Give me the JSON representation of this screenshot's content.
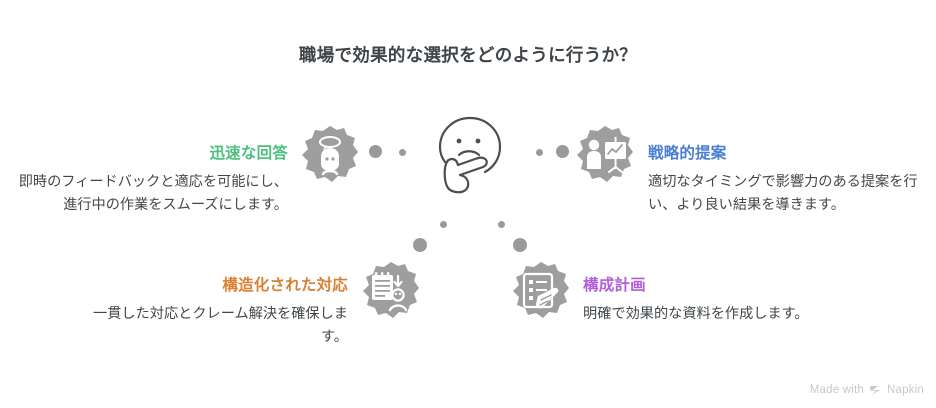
{
  "title": "職場で効果的な選択をどのように行うか？",
  "center_icon": {
    "name": "thinking-face-icon"
  },
  "branches": [
    {
      "id": "quick-response",
      "heading": "迅速な回答",
      "body": "即時のフィードバックと適応を可能にし、進行中の作業をスムーズにします。",
      "color": "#4BC07E",
      "icon": "person-speech-bubble-icon"
    },
    {
      "id": "strategic-proposal",
      "heading": "戦略的提案",
      "body": "適切なタイミングで影響力のある提案を行い、より良い結果を導きます。",
      "color": "#4A7FD4",
      "icon": "presenter-chart-board-icon"
    },
    {
      "id": "structured-response",
      "heading": "構造化された対応",
      "body": "一貫した対応とクレーム解決を確保します。",
      "color": "#D98033",
      "icon": "notepad-to-person-icon"
    },
    {
      "id": "composition-plan",
      "heading": "構成計画",
      "body": "明確で効果的な資料を作成します。",
      "color": "#B05FD8",
      "icon": "document-writing-hand-icon"
    }
  ],
  "watermark": {
    "text_before": "Made with",
    "brand": "Napkin"
  }
}
